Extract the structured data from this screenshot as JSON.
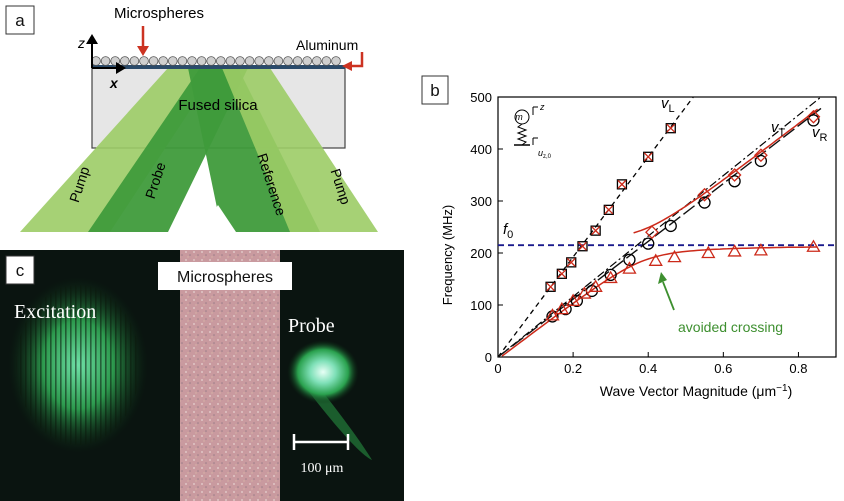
{
  "panel_a": {
    "tag": "a",
    "labels": {
      "microspheres": "Microspheres",
      "aluminum": "Aluminum",
      "z_axis": "z",
      "x_axis": "x",
      "substrate": "Fused silica"
    },
    "beams": [
      "Pump",
      "Probe",
      "Reference",
      "Pump"
    ],
    "colors": {
      "beam_light": "#9ccc66",
      "beam_dark": "#3f9b3b",
      "arrow": "#cc3322",
      "substrate": "#e6e6e6"
    }
  },
  "panel_c": {
    "tag": "c",
    "labels": {
      "excitation": "Excitation",
      "microspheres": "Microspheres",
      "probe": "Probe",
      "scale_bar": "100 μm"
    }
  },
  "panel_b": {
    "tag": "b",
    "annotation": "avoided crossing",
    "inset_mass": "m",
    "inset_z": "z",
    "inset_u": "u",
    "inset_u_sub": "z,0",
    "colors": {
      "theory_red": "#cc2a1a",
      "theory_black": "#111111",
      "f0_line": "#1a1a8c",
      "annotation": "#3d8f2f"
    }
  },
  "chart_data": {
    "type": "scatter",
    "xlabel": "Wave Vector Magnitude (μm",
    "xlabel_sup": "−1",
    "xlabel_close": ")",
    "ylabel": "Frequency (MHz)",
    "xlim": [
      0,
      0.9
    ],
    "ylim": [
      0,
      500
    ],
    "xticks": [
      0,
      0.2,
      0.4,
      0.6,
      0.8
    ],
    "xtick_labels": [
      "0",
      "0.2",
      "0.4",
      "0.6",
      "0.8"
    ],
    "yticks": [
      0,
      100,
      200,
      300,
      400,
      500
    ],
    "ytick_labels": [
      "0",
      "100",
      "200",
      "300",
      "400",
      "500"
    ],
    "line_labels": {
      "vL": {
        "main": "v",
        "sub": "L"
      },
      "vT": {
        "main": "v",
        "sub": "T"
      },
      "vR": {
        "main": "v",
        "sub": "R"
      },
      "f0": {
        "main": "f",
        "sub": "0"
      }
    },
    "f0": 215,
    "series": [
      {
        "marker": "square_x",
        "x": [
          0.14,
          0.17,
          0.195,
          0.225,
          0.26,
          0.295,
          0.33,
          0.4,
          0.46
        ],
        "y": [
          135,
          160,
          182,
          213,
          243,
          283,
          332,
          385,
          440
        ]
      },
      {
        "marker": "circle",
        "x": [
          0.145,
          0.18,
          0.21,
          0.25,
          0.3,
          0.35,
          0.4,
          0.46,
          0.55,
          0.63,
          0.7,
          0.84
        ],
        "y": [
          78,
          92,
          108,
          127,
          158,
          187,
          218,
          252,
          297,
          338,
          377,
          455
        ]
      },
      {
        "marker": "triangle",
        "x": [
          0.145,
          0.17,
          0.2,
          0.23,
          0.26,
          0.3,
          0.35,
          0.42,
          0.47,
          0.56,
          0.63,
          0.7,
          0.84
        ],
        "y": [
          80,
          92,
          108,
          122,
          135,
          152,
          170,
          185,
          192,
          200,
          203,
          205,
          212
        ]
      },
      {
        "marker": "diamond",
        "x": [
          0.41,
          0.55,
          0.63,
          0.7,
          0.84
        ],
        "y": [
          240,
          312,
          350,
          388,
          462
        ]
      }
    ]
  }
}
